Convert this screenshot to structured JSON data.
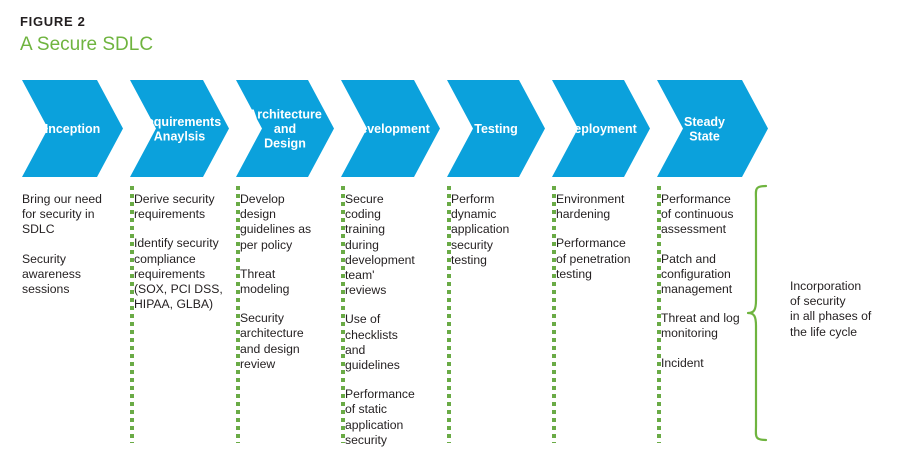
{
  "header": {
    "figure_label": "FIGURE 2",
    "title": "A Secure SDLC"
  },
  "colors": {
    "chevron_blue": "#0ba1dc",
    "accent_green": "#6fb43f",
    "dotted_green": "#6aab46",
    "text_dark": "#231f20",
    "chevron_text": "#ffffff",
    "background": "#ffffff"
  },
  "chart_data": {
    "type": "diagram",
    "subtype": "chevron-process-flow",
    "title": "A Secure SDLC",
    "figure_label": "FIGURE 2",
    "phase_count": 7,
    "categories": [
      "Inception",
      "Requirements Anaylsis",
      "Architecture and Design",
      "Development",
      "Testing",
      "Deployment",
      "Steady State"
    ],
    "summary_annotation": "Incorporation of security in all phases of the life cycle"
  },
  "phases": [
    {
      "id": "inception",
      "chevron_lines": [
        "Inception"
      ],
      "items": [
        "Bring our need\nfor security in\nSDLC",
        "Security\nawareness\nsessions"
      ]
    },
    {
      "id": "requirements-anaylsis",
      "chevron_lines": [
        "Requirements",
        "Anaylsis"
      ],
      "items": [
        "Derive security\nrequirements",
        "Identify security\ncompliance\nrequirements\n(SOX, PCI DSS,\nHIPAA, GLBA)"
      ]
    },
    {
      "id": "architecture-and-design",
      "chevron_lines": [
        "Architecture",
        "and",
        "Design"
      ],
      "items": [
        "Develop\ndesign\nguidelines as\nper policy",
        "Threat\nmodeling",
        "Security\narchitecture\nand design\nreview"
      ]
    },
    {
      "id": "development",
      "chevron_lines": [
        "Development"
      ],
      "items": [
        "Secure\ncoding\ntraining\nduring\ndevelopment\nteam'\nreviews",
        "Use of\nchecklists\nand\nguidelines",
        "Performance\nof static\napplication\nsecurity\ntesting"
      ]
    },
    {
      "id": "testing",
      "chevron_lines": [
        "Testing"
      ],
      "items": [
        "Perform\ndynamic\napplication\nsecurity\ntesting"
      ]
    },
    {
      "id": "deployment",
      "chevron_lines": [
        "Deployment"
      ],
      "items": [
        "Environment\nhardening",
        "Performance\nof penetration\ntesting"
      ]
    },
    {
      "id": "steady-state",
      "chevron_lines": [
        "Steady",
        "State"
      ],
      "items": [
        "Performance\nof continuous\nassessment",
        "Patch and\nconfiguration\nmanagement",
        "Threat and log\nmonitoring",
        "Incident"
      ]
    }
  ],
  "brace_caption": "Incorporation\nof security\nin all phases of\nthe life cycle"
}
